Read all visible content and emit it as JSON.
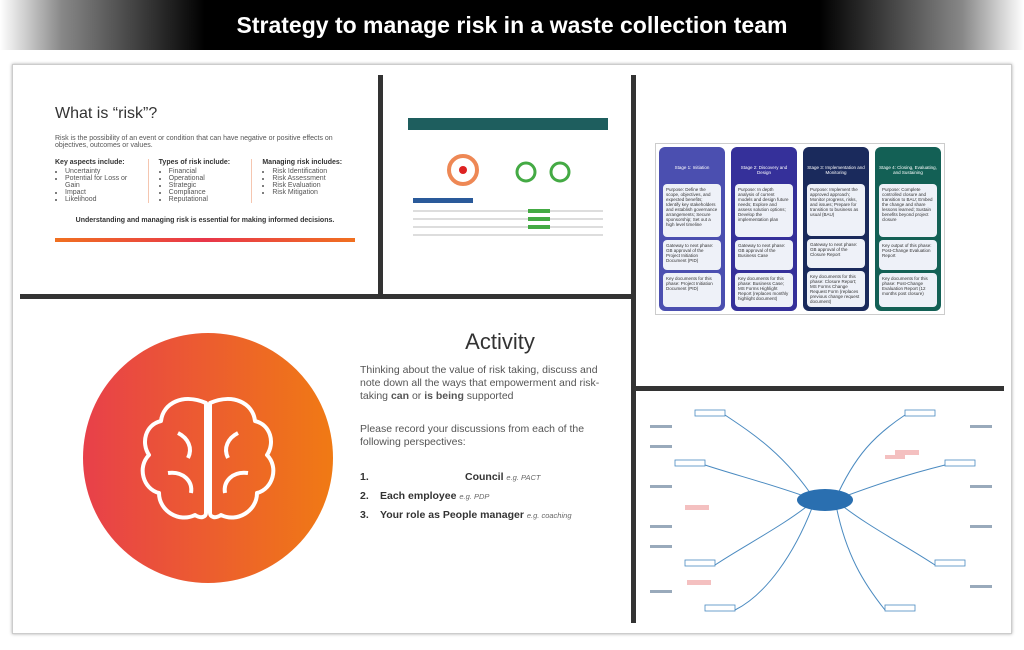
{
  "header": {
    "title": "Strategy to manage risk in a waste collection team"
  },
  "risk_slide": {
    "title": "What is “risk”?",
    "definition": "Risk is the possibility of an event or condition that can have negative or positive effects on objectives, outcomes or values.",
    "columns": [
      {
        "heading": "Key aspects include:",
        "items": [
          "Uncertainty",
          "Potential for Loss or Gain",
          "Impact",
          "Likelihood"
        ]
      },
      {
        "heading": "Types of risk include:",
        "items": [
          "Financial",
          "Operational",
          "Strategic",
          "Compliance",
          "Reputational"
        ]
      },
      {
        "heading": "Managing risk includes:",
        "items": [
          "Risk Identification",
          "Risk Assessment",
          "Risk Evaluation",
          "Risk Mitigation"
        ]
      }
    ],
    "footer": "Understanding and managing risk is essential for making informed decisions."
  },
  "stages": [
    {
      "title": "Stage 1: Initiation",
      "color": "#4b4fb0",
      "purpose": "Purpose: Define the scope, objectives, and expected benefits; Identify key stakeholders and establish governance arrangements; Secure sponsorship; Set out a high level timeline",
      "gateway": "Gateway to next phase: GB approval of the Project Initiation Document (PID)",
      "docs": "Key documents for this phase: Project Initiation Document (PID)"
    },
    {
      "title": "Stage 2: Discovery and Design",
      "color": "#35309a",
      "purpose": "Purpose: In depth analysis of current models and design future needs; Explore and assess solution options; Develop the implementation plan",
      "gateway": "Gateway to next phase: GB approval of the Business Case",
      "docs": "Key documents for this phase: Business Case; MS Forms Highlight Report (replaces monthly highlight document)"
    },
    {
      "title": "Stage 3: Implementation and Monitoring",
      "color": "#1a2a5c",
      "purpose": "Purpose: Implement the approved approach; Monitor progress, risks, and issues; Prepare for transition to business as usual (BAU)",
      "gateway": "Gateway to next phase: GB approval of the Closure Report",
      "docs": "Key documents for this phase: Closure Report; MS Forms Change Request Form (replaces previous change request document)"
    },
    {
      "title": "Stage 4: Closing, Evaluating, and Sustaining",
      "color": "#136055",
      "purpose": "Purpose: Complete controlled closure and transition to BAU; Embed the change and share lessons learned; Sustain benefits beyond project closure",
      "gateway": "Key output of this phase: Post-Change Evaluation Report",
      "docs": "Key documents for this phase: Post-Change Evaluation Report (12 months post closure)"
    }
  ],
  "activity": {
    "title": "Activity",
    "intro_1": "Thinking about the value of risk taking, discuss and note down all the ways that empowerment and risk-taking ",
    "can": "can",
    "or": " or ",
    "is_being": "is being",
    "supported": " supported",
    "intro_2": "Please record your discussions from each of the following perspectives:",
    "items": [
      {
        "num": "1.",
        "label": "Council",
        "eg": "e.g. PACT"
      },
      {
        "num": "2.",
        "label": "Each employee",
        "eg": "e.g. PDP"
      },
      {
        "num": "3.",
        "label": "Your role as People manager",
        "eg": "e.g. coaching"
      }
    ]
  }
}
